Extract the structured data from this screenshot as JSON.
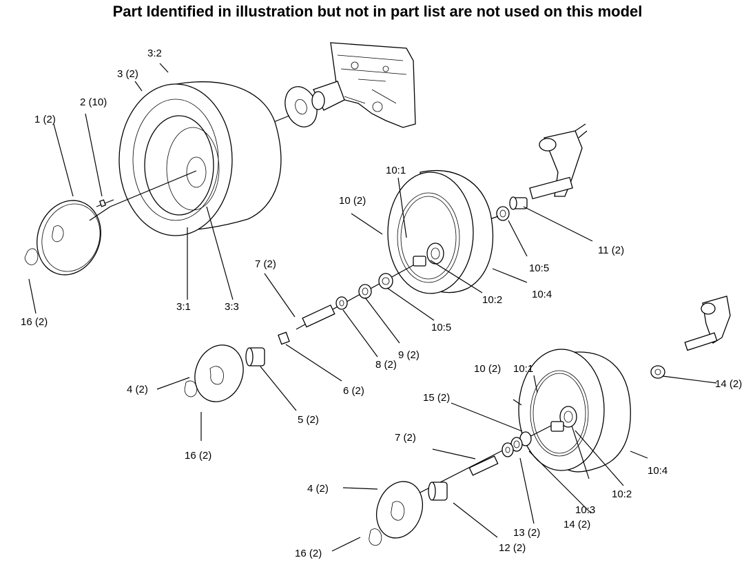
{
  "heading": "Part Identified in illustration but not in part list are not used on this model",
  "callouts": [
    {
      "id": "c1",
      "text": "1 (2)"
    },
    {
      "id": "c2",
      "text": "2 (10)"
    },
    {
      "id": "c3",
      "text": "3 (2)"
    },
    {
      "id": "c3_2",
      "text": "3:2"
    },
    {
      "id": "c3_1",
      "text": "3:1"
    },
    {
      "id": "c3_3",
      "text": "3:3"
    },
    {
      "id": "c16a",
      "text": "16 (2)"
    },
    {
      "id": "c7a",
      "text": "7 (2)"
    },
    {
      "id": "c10a",
      "text": "10 (2)"
    },
    {
      "id": "c10_1a",
      "text": "10:1"
    },
    {
      "id": "c11",
      "text": "11 (2)"
    },
    {
      "id": "c10_5a",
      "text": "10:5"
    },
    {
      "id": "c10_4a",
      "text": "10:4"
    },
    {
      "id": "c10_2a",
      "text": "10:2"
    },
    {
      "id": "c10_5b",
      "text": "10:5"
    },
    {
      "id": "c9",
      "text": "9 (2)"
    },
    {
      "id": "c8",
      "text": "8 (2)"
    },
    {
      "id": "c6",
      "text": "6 (2)"
    },
    {
      "id": "c5",
      "text": "5 (2)"
    },
    {
      "id": "c4a",
      "text": "4 (2)"
    },
    {
      "id": "c16b",
      "text": "16 (2)"
    },
    {
      "id": "c10b",
      "text": "10 (2)"
    },
    {
      "id": "c10_1b",
      "text": "10:1"
    },
    {
      "id": "c15",
      "text": "15 (2)"
    },
    {
      "id": "c14a",
      "text": "14 (2)"
    },
    {
      "id": "c7b",
      "text": "7 (2)"
    },
    {
      "id": "c10_4b",
      "text": "10:4"
    },
    {
      "id": "c10_2b",
      "text": "10:2"
    },
    {
      "id": "c10_3",
      "text": "10:3"
    },
    {
      "id": "c14b",
      "text": "14 (2)"
    },
    {
      "id": "c13",
      "text": "13 (2)"
    },
    {
      "id": "c4b",
      "text": "4 (2)"
    },
    {
      "id": "c12",
      "text": "12 (2)"
    },
    {
      "id": "c16c",
      "text": "16 (2)"
    }
  ]
}
